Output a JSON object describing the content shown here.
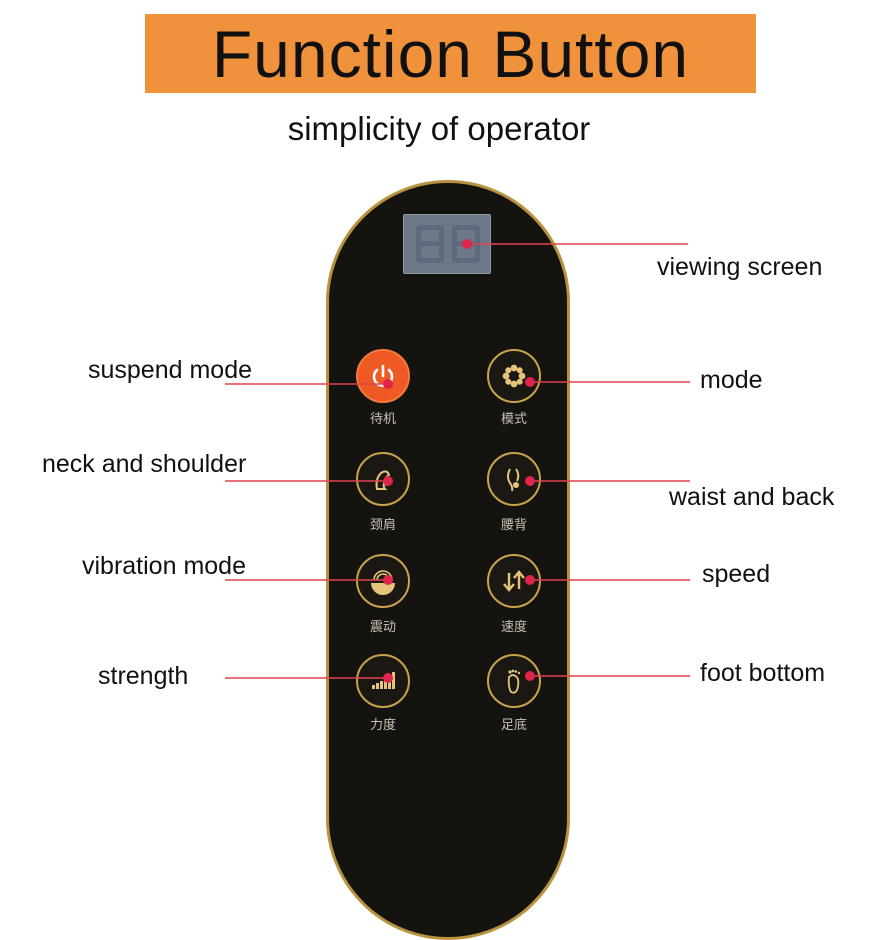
{
  "title": "Function Button",
  "subtitle": "simplicity of operator",
  "colors": {
    "banner": "#f0923c",
    "remote_body": "#151310",
    "remote_trim": "#b8923e",
    "power_button": "#ef5a24",
    "leader_line": "#e0444e",
    "display": "#6c7788"
  },
  "display_icon": "seven-segment-display-icon",
  "buttons": [
    {
      "id": "standby",
      "cn": "待机",
      "icon": "power-icon"
    },
    {
      "id": "mode",
      "cn": "模式",
      "icon": "flower-icon"
    },
    {
      "id": "neck",
      "cn": "颈肩",
      "icon": "neck-massage-icon"
    },
    {
      "id": "back",
      "cn": "腰背",
      "icon": "back-massage-icon"
    },
    {
      "id": "vibration",
      "cn": "震动",
      "icon": "vibration-icon"
    },
    {
      "id": "speed",
      "cn": "速度",
      "icon": "up-down-arrows-icon"
    },
    {
      "id": "strength",
      "cn": "力度",
      "icon": "signal-bars-icon"
    },
    {
      "id": "foot",
      "cn": "足底",
      "icon": "foot-icon"
    }
  ],
  "callouts": {
    "viewing_screen": "viewing screen",
    "suspend_mode": "suspend mode",
    "mode": "mode",
    "neck_shoulder": "neck and shoulder",
    "waist_back": "waist and back",
    "vibration_mode": "vibration mode",
    "speed": "speed",
    "strength": "strength",
    "foot_bottom": "foot bottom"
  }
}
